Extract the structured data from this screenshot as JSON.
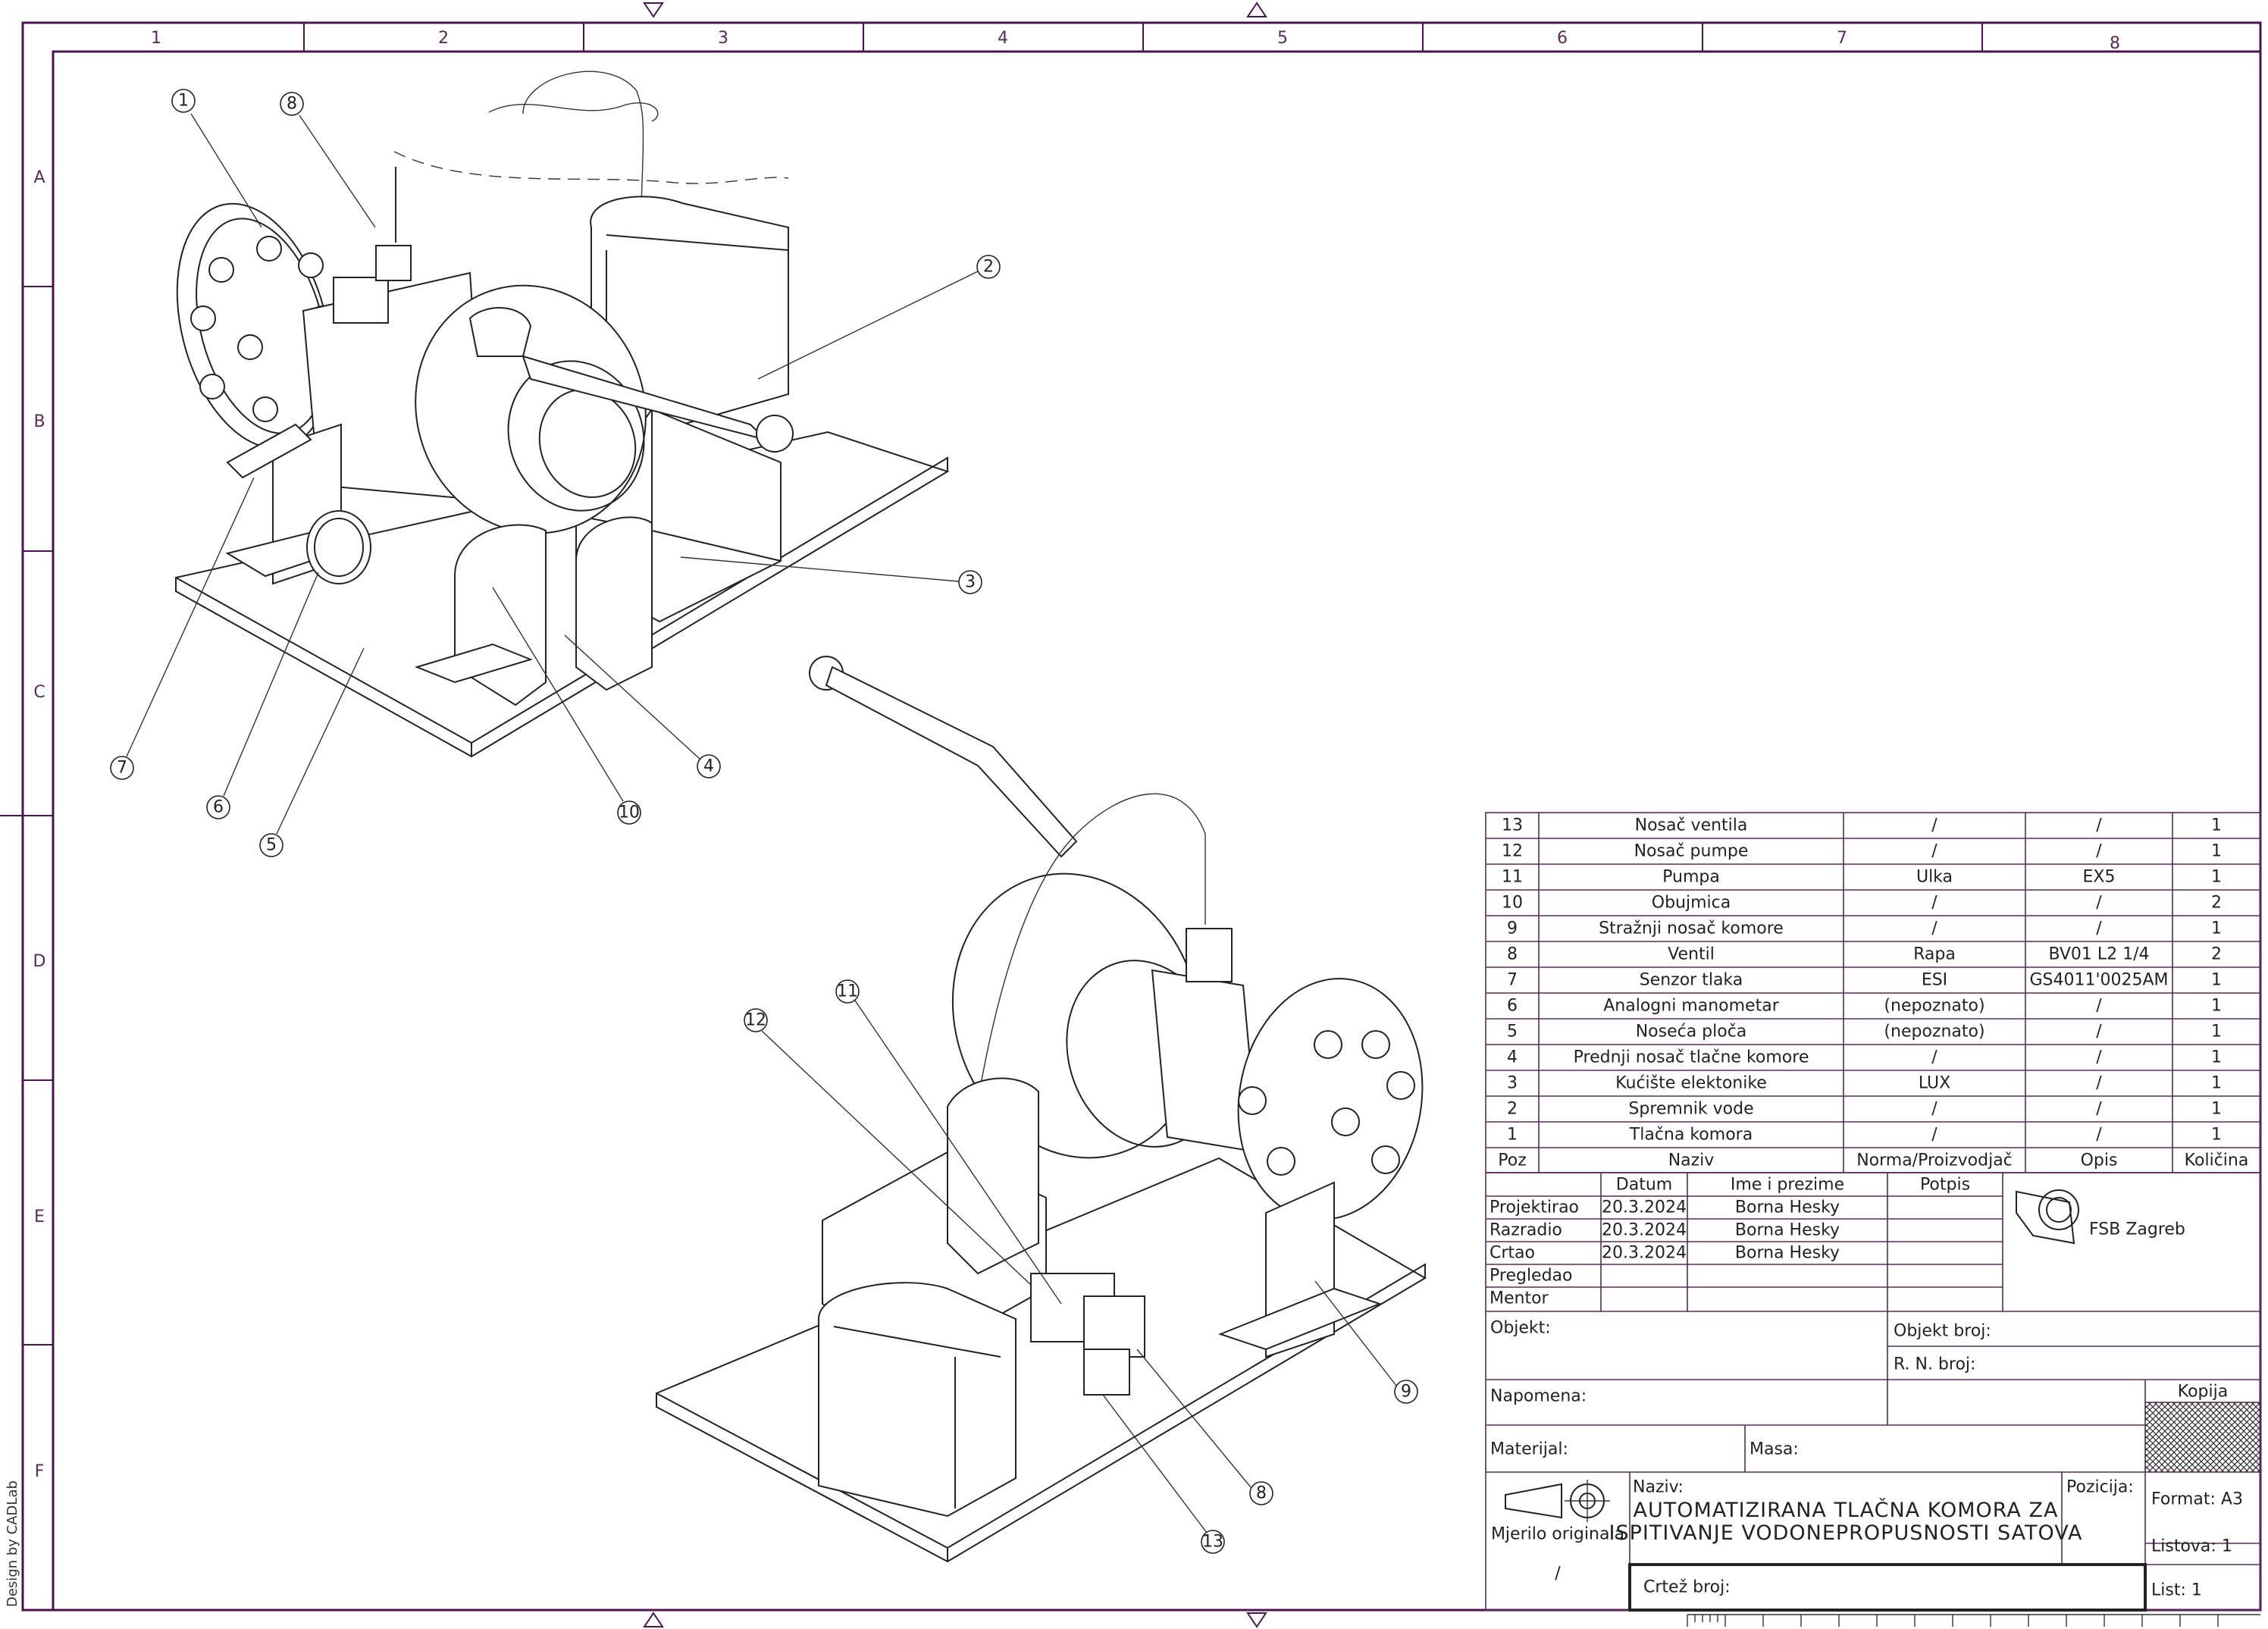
{
  "sheet": {
    "column_zones": [
      "1",
      "2",
      "3",
      "4",
      "5",
      "6",
      "7",
      "8"
    ],
    "row_zones": [
      "A",
      "B",
      "C",
      "D",
      "E",
      "F"
    ],
    "credit": "Design by CADLab"
  },
  "balloons_top": [
    "1",
    "8",
    "2",
    "3",
    "4",
    "10",
    "5",
    "6",
    "7"
  ],
  "balloons_bottom": [
    "11",
    "12",
    "9",
    "8",
    "13"
  ],
  "parts_header": [
    "Poz",
    "Naziv",
    "Norma/Proizvodjač",
    "Opis",
    "Količina"
  ],
  "parts": [
    [
      "13",
      "Nosač ventila",
      "/",
      "/",
      "1"
    ],
    [
      "12",
      "Nosač pumpe",
      "/",
      "/",
      "1"
    ],
    [
      "11",
      "Pumpa",
      "Ulka",
      "EX5",
      "1"
    ],
    [
      "10",
      "Obujmica",
      "/",
      "/",
      "2"
    ],
    [
      "9",
      "Stražnji nosač komore",
      "/",
      "/",
      "1"
    ],
    [
      "8",
      "Ventil",
      "Rapa",
      "BV01 L2 1/4",
      "2"
    ],
    [
      "7",
      "Senzor tlaka",
      "ESI",
      "GS4011'0025AM",
      "1"
    ],
    [
      "6",
      "Analogni manometar",
      "(nepoznato)",
      "/",
      "1"
    ],
    [
      "5",
      "Noseća ploča",
      "(nepoznato)",
      "/",
      "1"
    ],
    [
      "4",
      "Prednji nosač tlačne komore",
      "/",
      "/",
      "1"
    ],
    [
      "3",
      "Kućište elektonike",
      "LUX",
      "/",
      "1"
    ],
    [
      "2",
      "Spremnik vode",
      "/",
      "/",
      "1"
    ],
    [
      "1",
      "Tlačna komora",
      "/",
      "/",
      "1"
    ]
  ],
  "title_block": {
    "header": [
      "Datum",
      "Ime i prezime",
      "Potpis"
    ],
    "rows": [
      [
        "Projektirao",
        "20.3.2024",
        "Borna Hesky"
      ],
      [
        "Razradio",
        "20.3.2024",
        "Borna Hesky"
      ],
      [
        "Crtao",
        "20.3.2024",
        "Borna Hesky"
      ],
      [
        "Pregledao",
        "",
        ""
      ],
      [
        "Mentor",
        "",
        ""
      ]
    ],
    "institution": "FSB Zagreb",
    "objekt_label": "Objekt:",
    "objekt_broj_label": "Objekt broj:",
    "rn_broj_label": "R. N. broj:",
    "napomena_label": "Napomena:",
    "kopija_label": "Kopija",
    "materijal_label": "Materijal:",
    "masa_label": "Masa:",
    "naziv_label": "Naziv:",
    "naziv_line1": "AUTOMATIZIRANA TLAČNA KOMORA ZA",
    "naziv_line2": "ISPITIVANJE VODONEPROPUSNOSTI SATOVA",
    "pozicija_label": "Pozicija:",
    "format": "Format: A3",
    "listova": "Listova: 1",
    "list": "List: 1",
    "mjerilo_label": "Mjerilo originala",
    "mjerilo_value": "/",
    "crtez_broj_label": "Crtež broj:"
  }
}
